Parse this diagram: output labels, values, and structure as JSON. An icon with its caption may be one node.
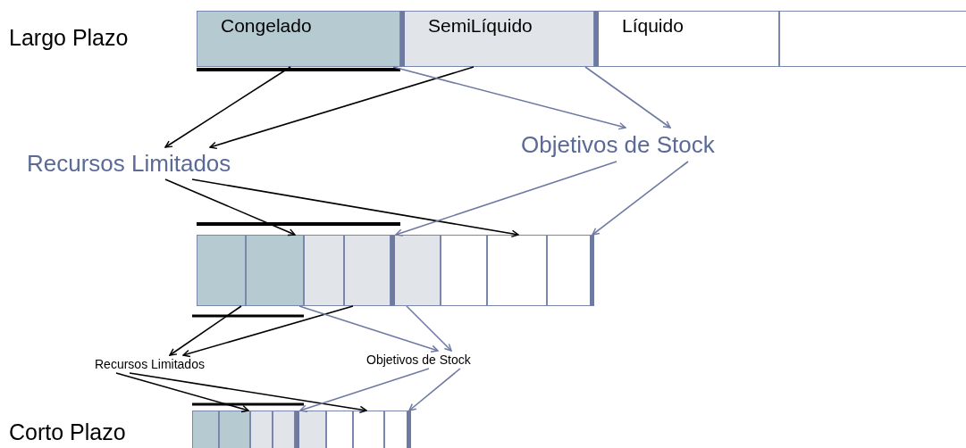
{
  "diagram": {
    "nodes": [
      {
        "text": [
          "Congelado"
        ]
      },
      {
        "text": [
          "SemiLíquido"
        ]
      },
      {
        "text": [
          "Líquido"
        ]
      },
      {
        "text": [],
        "shape": "box"
      },
      {
        "text": [
          "Recursos Limitados"
        ]
      },
      {
        "text": [
          "Objetivos de Stock"
        ]
      },
      {
        "text": [],
        "shape": "box"
      },
      {
        "text": [],
        "shape": "box"
      },
      {
        "text": [],
        "shape": "box"
      },
      {
        "text": [],
        "shape": "box"
      },
      {
        "text": [],
        "shape": "box"
      },
      {
        "text": [],
        "shape": "box"
      },
      {
        "text": [],
        "shape": "box"
      },
      {
        "text": [],
        "shape": "box"
      },
      {
        "text": [
          "Recursos Limitados"
        ]
      },
      {
        "text": [
          "Objetivos de Stock"
        ]
      },
      {
        "text": [],
        "shape": "box"
      },
      {
        "text": [],
        "shape": "box"
      },
      {
        "text": [],
        "shape": "box"
      },
      {
        "text": [],
        "shape": "box"
      },
      {
        "text": [],
        "shape": "box"
      },
      {
        "text": [],
        "shape": "box"
      },
      {
        "text": [],
        "shape": "box"
      },
      {
        "text": [],
        "shape": "box"
      }
    ],
    "edges": [
      {
        "from": 0,
        "to": 4,
        "arrow": "to"
      },
      {
        "from": 1,
        "to": 4,
        "arrow": "to"
      },
      {
        "from": 0,
        "to": 5,
        "arrow": "to",
        "color": "#6f7aa3"
      },
      {
        "from": 1,
        "to": 5,
        "arrow": "to",
        "color": "#6f7aa3"
      },
      {
        "from": 4,
        "to": 7,
        "arrow": "to"
      },
      {
        "from": 4,
        "to": 12,
        "arrow": "to"
      },
      {
        "from": 5,
        "to": 10,
        "arrow": "to",
        "color": "#6f7aa3"
      },
      {
        "from": 5,
        "to": 13,
        "arrow": "to",
        "color": "#6f7aa3"
      },
      {
        "from": 6,
        "to": 14,
        "arrow": "to"
      },
      {
        "from": 9,
        "to": 14,
        "arrow": "to"
      },
      {
        "from": 7,
        "to": 15,
        "arrow": "to",
        "color": "#6f7aa3"
      },
      {
        "from": 10,
        "to": 15,
        "arrow": "to",
        "color": "#6f7aa3"
      },
      {
        "from": 14,
        "to": 17,
        "arrow": "to"
      },
      {
        "from": 14,
        "to": 22,
        "arrow": "to"
      },
      {
        "from": 15,
        "to": 20,
        "arrow": "to",
        "color": "#6f7aa3"
      },
      {
        "from": 15,
        "to": 23,
        "arrow": "to",
        "color": "#6f7aa3"
      }
    ],
    "labels": [
      "Largo Plazo",
      "Corto Plazo"
    ]
  }
}
